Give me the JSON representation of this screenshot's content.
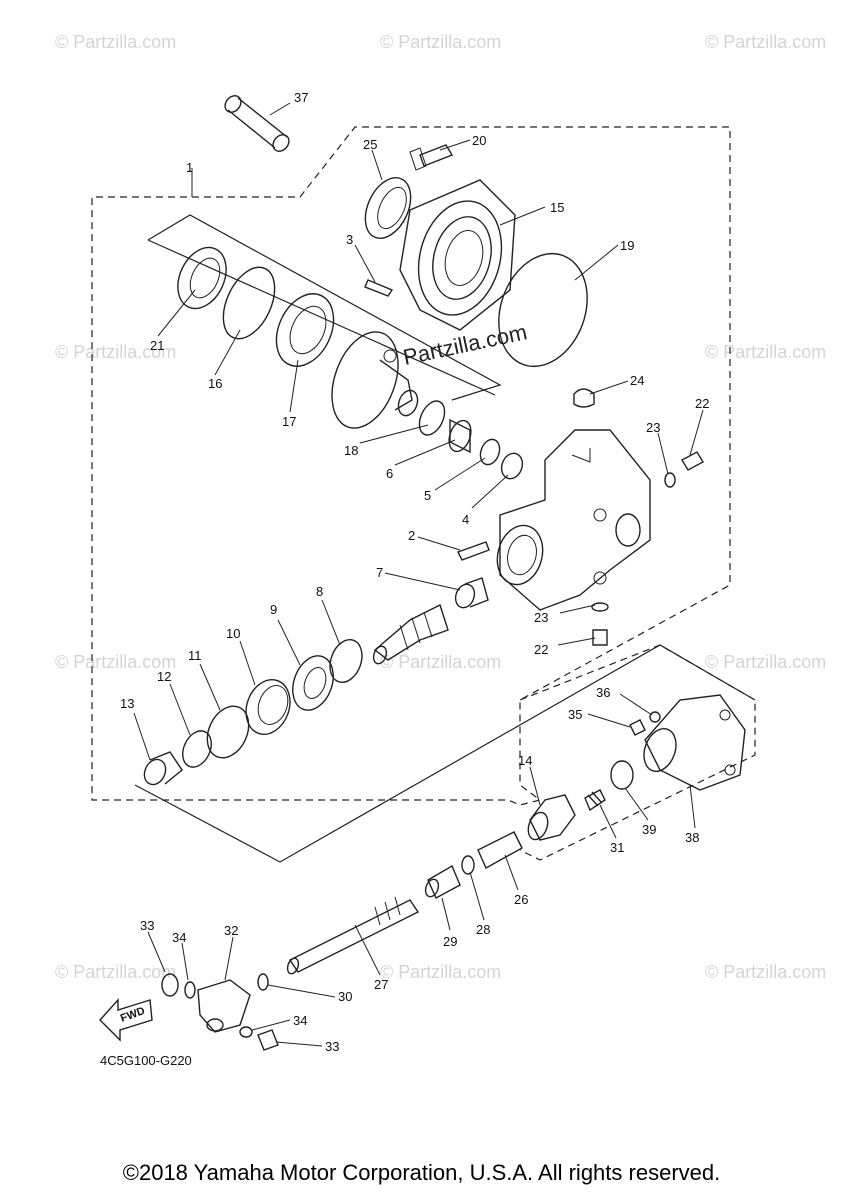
{
  "diagram": {
    "code": "4C5G100-G220",
    "fwd_label": "FWD",
    "watermark": "© Partzilla.com",
    "center_watermark": "Partzilla.com",
    "copyright": "©2018 Yamaha Motor Corporation, U.S.A. All rights reserved.",
    "callouts": [
      "37",
      "20",
      "25",
      "15",
      "1",
      "3",
      "19",
      "21",
      "16",
      "17",
      "24",
      "22",
      "23",
      "18",
      "6",
      "5",
      "4",
      "2",
      "7",
      "8",
      "9",
      "10",
      "11",
      "12",
      "13",
      "23",
      "22",
      "36",
      "35",
      "14",
      "31",
      "39",
      "38",
      "26",
      "28",
      "29",
      "33",
      "34",
      "32",
      "27",
      "30",
      "34",
      "33"
    ]
  }
}
